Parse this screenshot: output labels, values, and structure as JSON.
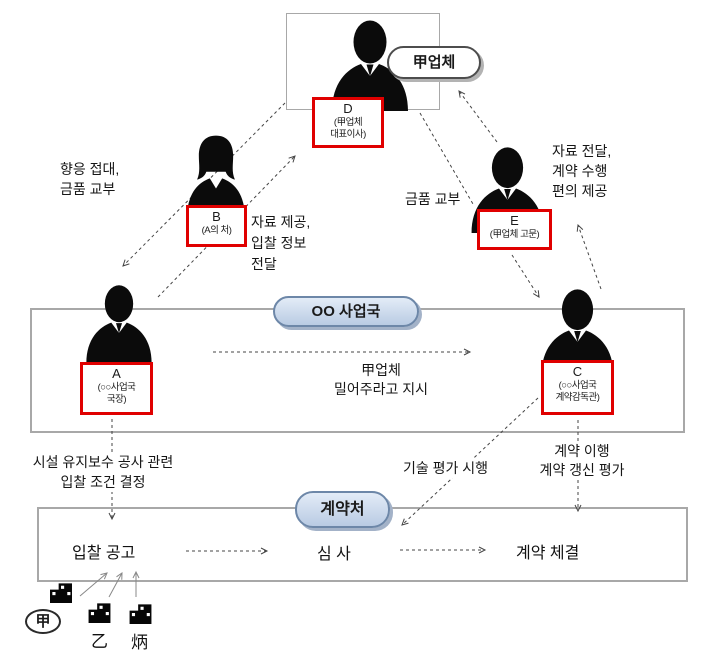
{
  "colors": {
    "red_box_border": "#e00000",
    "blue_oval_fill": "#c7d7ec",
    "blue_oval_border": "#6d87a8",
    "gray_box_border": "#a8a8a8",
    "arrow": "#444444"
  },
  "company": {
    "oval": "甲업체"
  },
  "persons": {
    "d": {
      "id": "D",
      "role": [
        "(甲업체",
        "대표이사)"
      ]
    },
    "b": {
      "id": "B",
      "role": [
        "(A의 처)"
      ]
    },
    "e": {
      "id": "E",
      "role": [
        "(甲업체 고문)"
      ]
    },
    "a": {
      "id": "A",
      "role": [
        "(○○사업국",
        "국장)"
      ]
    },
    "c": {
      "id": "C",
      "role": [
        "(○○사업국",
        "계약감독관)"
      ]
    }
  },
  "labels": {
    "entertain": [
      "향응 접대,",
      "금품 교부"
    ],
    "provide_info": [
      "자료 제공,",
      "입찰 정보",
      "전달"
    ],
    "bribe": "금품 교부",
    "deliver": [
      "자료 전달,",
      "계약 수행",
      "편의 제공"
    ],
    "push": [
      "甲업체",
      "밀어주라고 지시"
    ],
    "bid_condition": [
      "시설 유지보수 공사 관련",
      "입찰 조건 결정"
    ],
    "tech_eval": "기술 평가 시행",
    "contract_eval": [
      "계약 이행",
      "계약 갱신 평가"
    ]
  },
  "org": {
    "dept_oval": "OO 사업국",
    "contract_oval": "계약처"
  },
  "process": {
    "steps": [
      "입찰 공고",
      "심 사",
      "계약 체결"
    ]
  },
  "bidders": {
    "gap": "甲",
    "eul": "乙",
    "byeong": "炳"
  }
}
